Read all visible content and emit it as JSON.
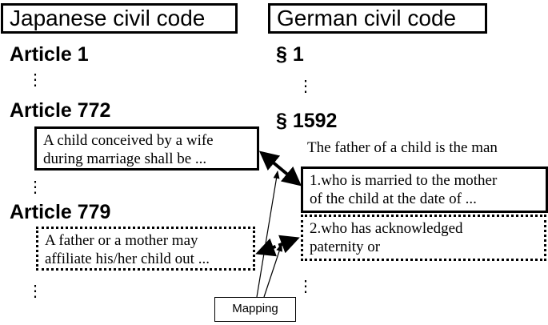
{
  "japanese": {
    "title": "Japanese civil code",
    "article_1": "Article 1",
    "dots_1": "⋮",
    "article_772": "Article 772",
    "text_772": [
      "A child conceived by a wife",
      "during marriage shall be ..."
    ],
    "dots_2": "⋮",
    "article_779": "Article 779",
    "text_779": [
      "A father or a mother may",
      "affiliate his/her child out ..."
    ],
    "dots_3": "⋮"
  },
  "german": {
    "title": "German civil code",
    "section_1": "§ 1",
    "dots_1": "⋮",
    "section_1592": "§ 1592",
    "intro": "The father of a child is the man",
    "item_1": [
      "1.who is married to the mother",
      "of the child at the date of ..."
    ],
    "item_2": [
      "2.who has acknowledged",
      "paternity or"
    ],
    "dots_2": "⋮"
  },
  "mapping_label": "Mapping"
}
